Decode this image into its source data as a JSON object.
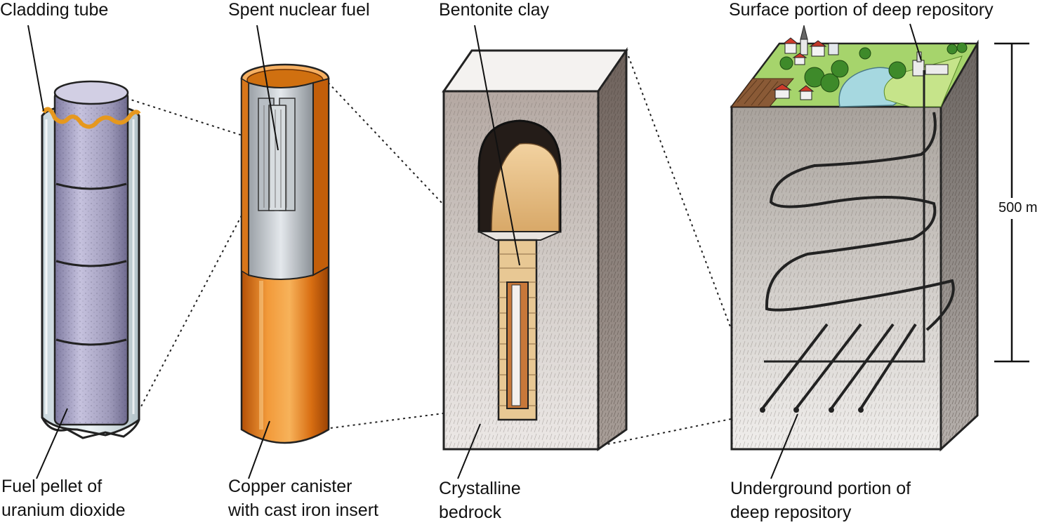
{
  "labels": {
    "cladding_tube": "Cladding tube",
    "fuel_pellet_line1": "Fuel pellet of",
    "fuel_pellet_line2": "uranium dioxide",
    "spent_fuel": "Spent nuclear fuel",
    "copper_canister_line1": "Copper canister",
    "copper_canister_line2": "with cast iron insert",
    "bentonite": "Bentonite clay",
    "bedrock_line1": "Crystalline",
    "bedrock_line2": "bedrock",
    "surface_portion": "Surface portion of deep repository",
    "underground_line1": "Underground portion of",
    "underground_line2": "deep repository"
  },
  "scale": {
    "depth_label": "500 m"
  },
  "colors": {
    "copper": "#e07818",
    "fuel_pellet": "#a6a2c2",
    "bedrock": "#d6d0cc",
    "bentonite": "#ebc28c",
    "water": "#a6d8e0",
    "grass": "#9ad066",
    "roof": "#d03a2a"
  }
}
